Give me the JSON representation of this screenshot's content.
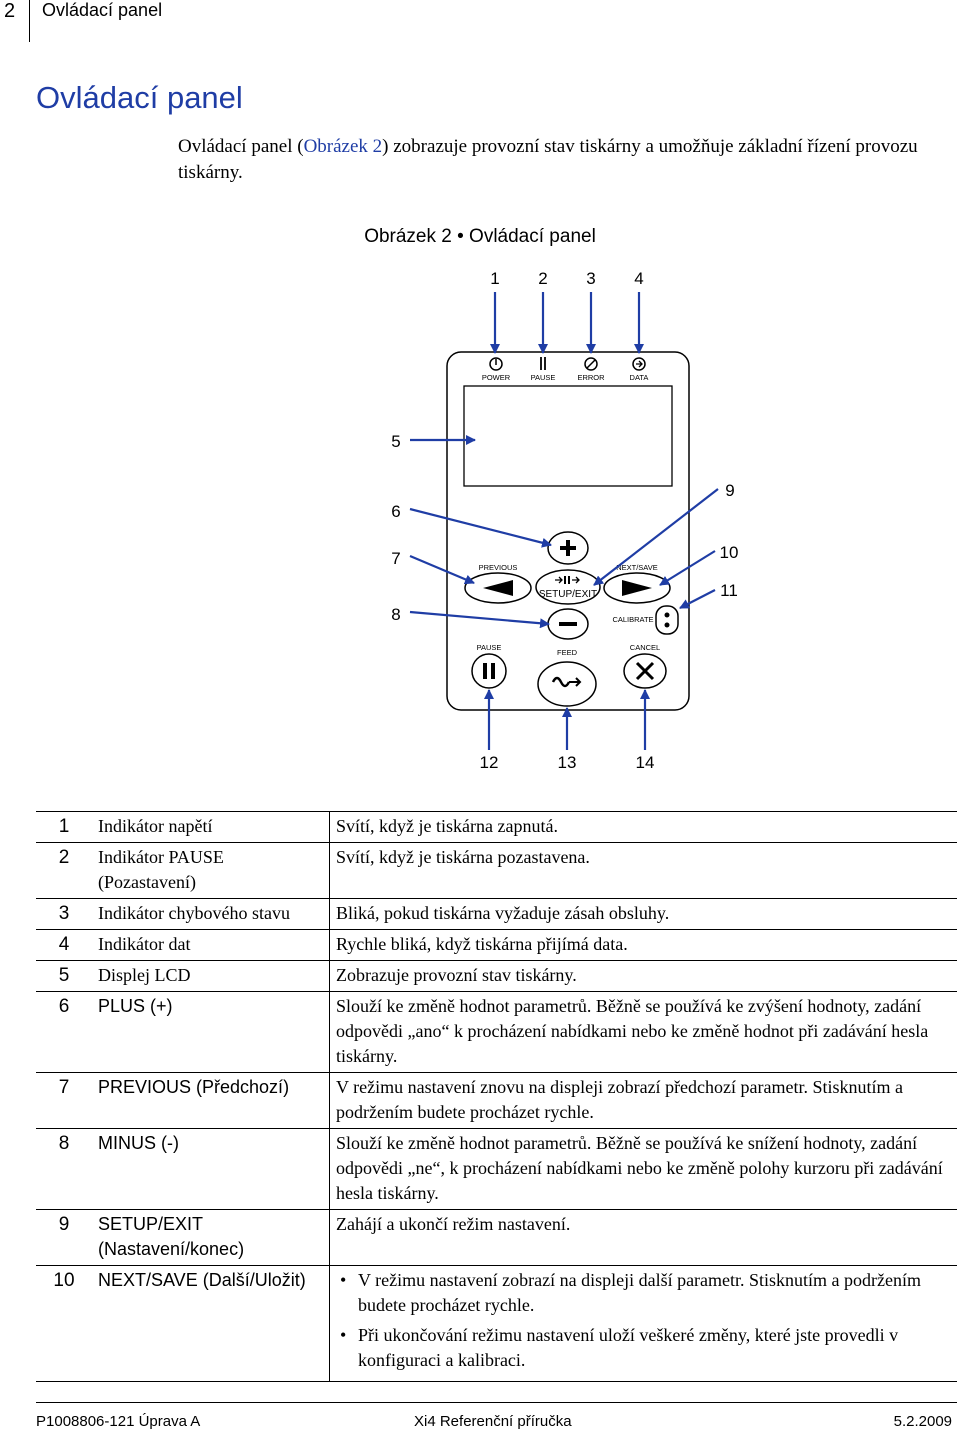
{
  "header": {
    "page_number": "2",
    "section_title": "Ovládací panel"
  },
  "page_title": "Ovládací panel",
  "intro": {
    "before": "Ovládací panel (",
    "link": "Obrázek 2",
    "after": ") zobrazuje provozní stav tiskárny a umožňuje základní řízení provozu tiskárny."
  },
  "figure": {
    "caption": "Obrázek 2 • Ovládací panel",
    "callouts": [
      "1",
      "2",
      "3",
      "4",
      "5",
      "6",
      "7",
      "8",
      "9",
      "10",
      "11",
      "12",
      "13",
      "14"
    ],
    "led_labels": [
      "POWER",
      "PAUSE",
      "ERROR",
      "DATA"
    ],
    "button_labels": {
      "previous": "PREVIOUS",
      "next_save": "NEXT/SAVE",
      "setup_exit": "SETUP/EXIT",
      "calibrate": "CALIBRATE",
      "pause": "PAUSE",
      "feed": "FEED",
      "cancel": "CANCEL"
    }
  },
  "legend": [
    {
      "num": "1",
      "name": "Indikátor napětí",
      "desc": "Svítí, když je tiskárna zapnutá."
    },
    {
      "num": "2",
      "name": "Indikátor PAUSE (Pozastavení)",
      "desc": "Svítí, když je tiskárna pozastavena."
    },
    {
      "num": "3",
      "name": "Indikátor chybového stavu",
      "desc": "Bliká, pokud tiskárna vyžaduje zásah obsluhy."
    },
    {
      "num": "4",
      "name": "Indikátor dat",
      "desc": "Rychle bliká, když tiskárna přijímá data."
    },
    {
      "num": "5",
      "name": "Displej LCD",
      "desc": "Zobrazuje provozní stav tiskárny."
    },
    {
      "num": "6",
      "name": "PLUS (+)",
      "desc": "Slouží ke změně hodnot parametrů. Běžně se používá ke zvýšení hodnoty, zadání odpovědi „ano“ k procházení nabídkami nebo ke změně hodnot při zadávání hesla tiskárny."
    },
    {
      "num": "7",
      "name": "PREVIOUS (Předchozí)",
      "desc": "V režimu nastavení znovu na displeji zobrazí předchozí parametr. Stisknutím a podržením budete procházet rychle."
    },
    {
      "num": "8",
      "name": "MINUS (-)",
      "desc": "Slouží ke změně hodnot parametrů. Běžně se používá ke snížení hodnoty, zadání odpovědi „ne“, k procházení nabídkami nebo ke změně polohy kurzoru při zadávání hesla tiskárny."
    },
    {
      "num": "9",
      "name": "SETUP/EXIT (Nastavení/konec)",
      "desc": "Zahájí a ukončí režim nastavení."
    },
    {
      "num": "10",
      "name": "NEXT/SAVE (Další/Uložit)",
      "bullets": [
        "V režimu nastavení zobrazí na displeji další parametr. Stisknutím a podržením budete procházet rychle.",
        "Při ukončování režimu nastavení uloží veškeré změny, které jste provedli v konfiguraci a kalibraci."
      ]
    }
  ],
  "footer": {
    "left": "P1008806-121 Úprava A",
    "center": "Xi4 Referenční příručka",
    "right": "5.2.2009"
  }
}
